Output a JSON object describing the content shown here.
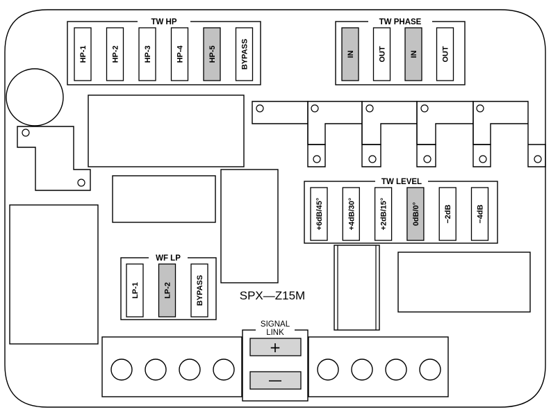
{
  "colors": {
    "selected": "#c2c2c2",
    "unselected": "#ffffff",
    "line": "#000000"
  },
  "tw_hp": {
    "title": "TW HP",
    "switches": [
      {
        "label": "HP-1",
        "selected": false
      },
      {
        "label": "HP-2",
        "selected": false
      },
      {
        "label": "HP-3",
        "selected": false
      },
      {
        "label": "HP-4",
        "selected": false
      },
      {
        "label": "HP-5",
        "selected": true
      },
      {
        "label": "BYPASS",
        "selected": false
      }
    ]
  },
  "tw_phase": {
    "title": "TW PHASE",
    "switches": [
      {
        "label": "IN",
        "selected": true
      },
      {
        "label": "OUT",
        "selected": false
      },
      {
        "label": "IN",
        "selected": true
      },
      {
        "label": "OUT",
        "selected": false
      }
    ]
  },
  "tw_level": {
    "title": "TW LEVEL",
    "switches": [
      {
        "label": "+6dB/45°",
        "selected": false
      },
      {
        "label": "+4dB/30°",
        "selected": false
      },
      {
        "label": "+2dB/15°",
        "selected": false
      },
      {
        "label": "0dB/0°",
        "selected": true
      },
      {
        "label": "−2dB",
        "selected": false
      },
      {
        "label": "−4dB",
        "selected": false
      }
    ]
  },
  "wf_lp": {
    "title": "WF LP",
    "switches": [
      {
        "label": "LP-1",
        "selected": false
      },
      {
        "label": "LP-2",
        "selected": true
      },
      {
        "label": "BYPASS",
        "selected": false
      }
    ]
  },
  "model": "SPX—Z15M",
  "signal_link": {
    "line1": "SIGNAL",
    "line2": "LINK",
    "plus": "+",
    "minus": "—"
  }
}
